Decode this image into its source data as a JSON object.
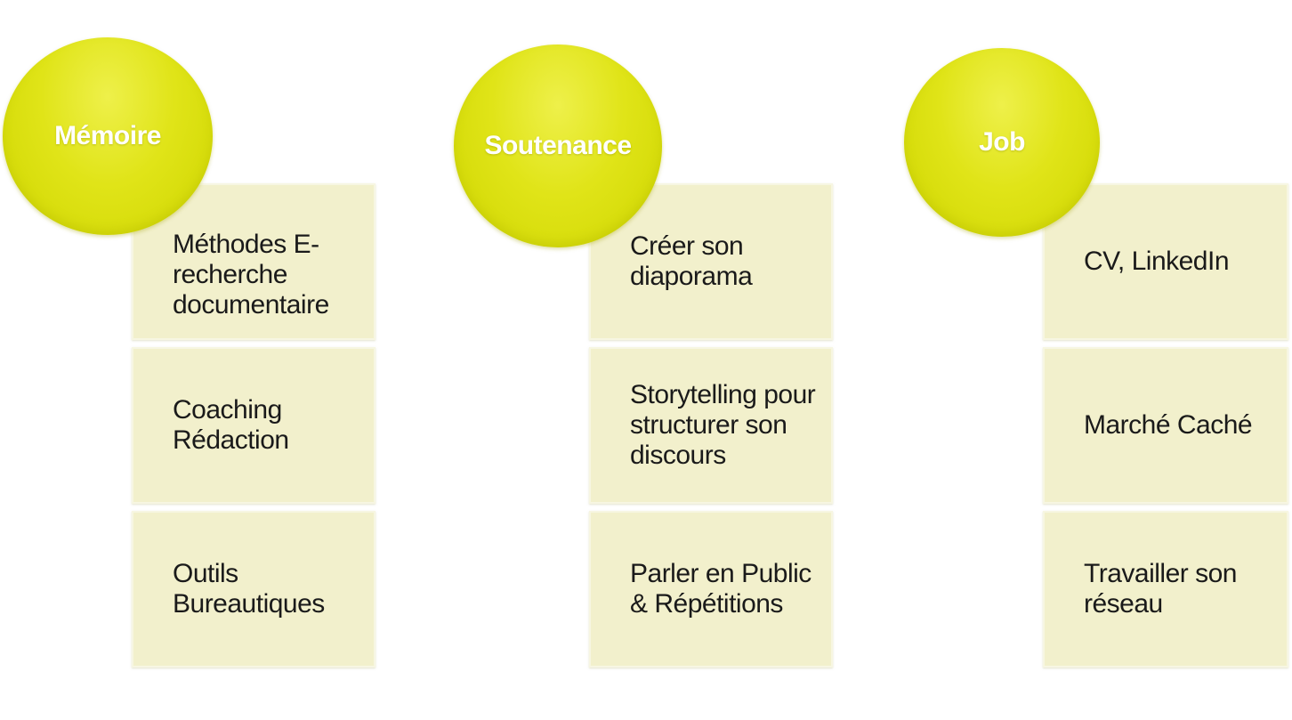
{
  "columns": [
    {
      "title": "Mémoire",
      "items": [
        "Méthodes E-recherche documentaire",
        "Coaching Rédaction",
        "Outils Bureautiques"
      ]
    },
    {
      "title": "Soutenance",
      "items": [
        "Créer son diaporama",
        "Storytelling pour structurer son discours",
        "Parler en Public & Répétitions"
      ]
    },
    {
      "title": "Job",
      "items": [
        "CV, LinkedIn",
        "Marché Caché",
        "Travailler son réseau"
      ]
    }
  ],
  "colors": {
    "circle": "#dfe31a",
    "box": "#f2f0cc",
    "circle_text": "#ffffff",
    "box_text": "#1a1a1a"
  }
}
